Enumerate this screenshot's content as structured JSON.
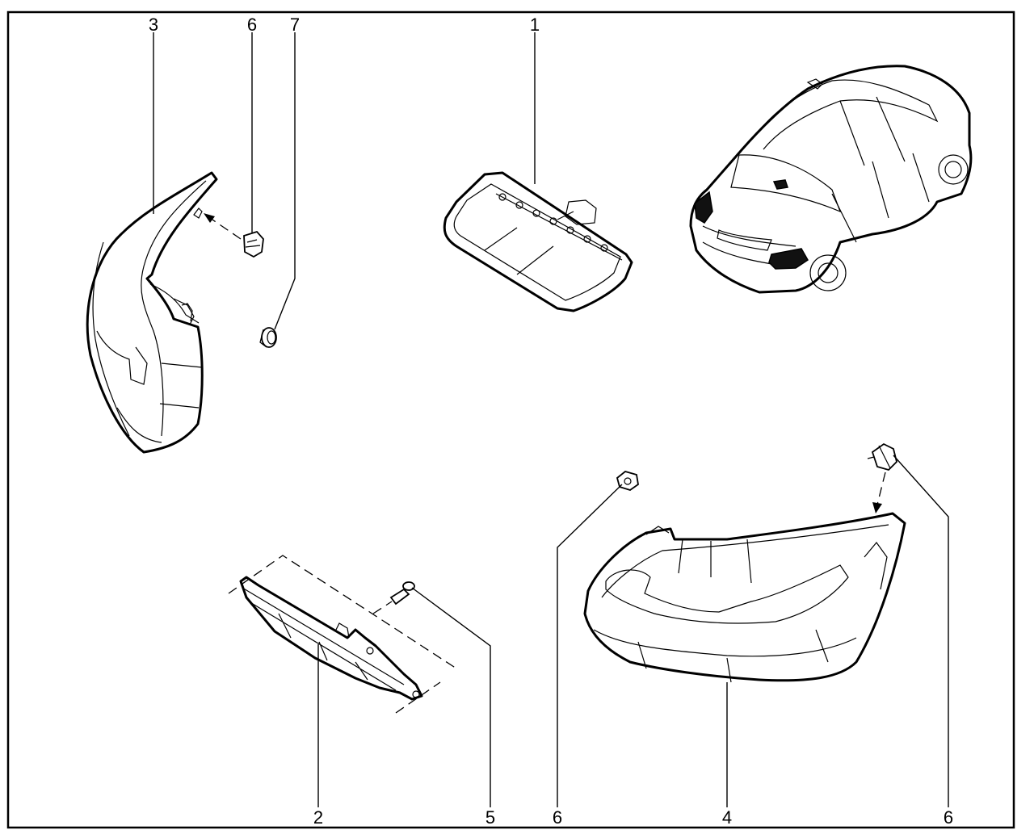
{
  "callouts": {
    "c1": "1",
    "c2": "2",
    "c3": "3",
    "c4": "4",
    "c5": "5",
    "c6a": "6",
    "c6b": "6",
    "c6c": "6",
    "c7": "7"
  },
  "parts": [
    {
      "ref": "1",
      "icon": "high-mount-stop-lamp"
    },
    {
      "ref": "2",
      "icon": "rear-reflector-lamp"
    },
    {
      "ref": "3",
      "icon": "left-rear-tail-lamp"
    },
    {
      "ref": "4",
      "icon": "right-rear-tail-lamp"
    },
    {
      "ref": "5",
      "icon": "screw"
    },
    {
      "ref": "6",
      "icon": "clip-nut"
    },
    {
      "ref": "7",
      "icon": "grommet"
    }
  ],
  "colors": {
    "ink": "#000000",
    "paper": "#ffffff"
  }
}
